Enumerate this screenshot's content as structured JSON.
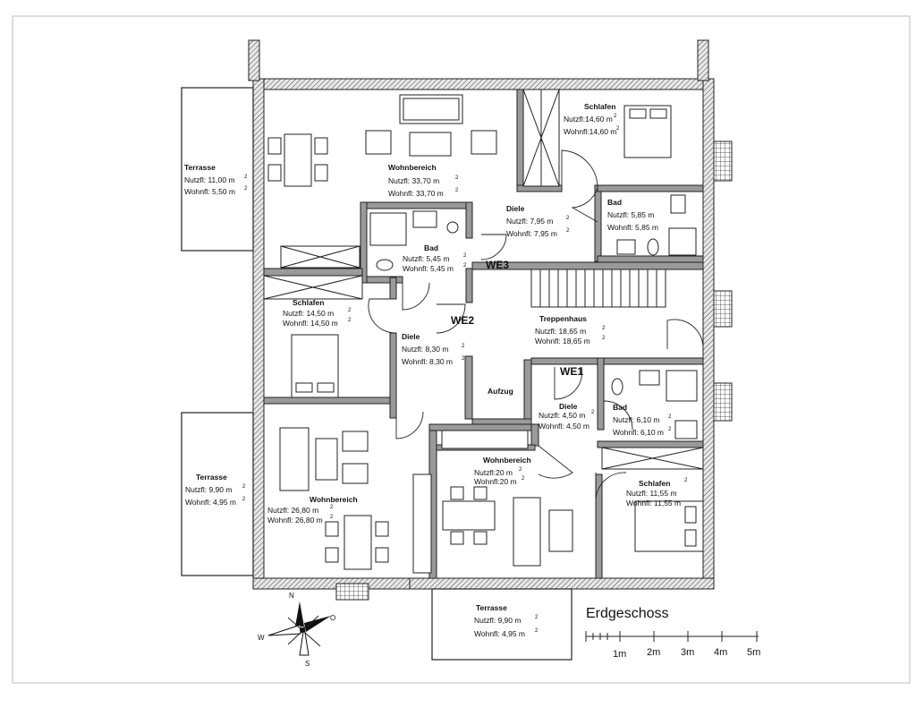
{
  "title": "Erdgeschoss",
  "units": [
    {
      "id": "we1",
      "label": "WE1"
    },
    {
      "id": "we2",
      "label": "WE2"
    },
    {
      "id": "we3",
      "label": "WE3"
    }
  ],
  "rooms": [
    {
      "id": "terrasse-tl",
      "name": "Terrasse",
      "l1": "Nutzfl:  11,00 m",
      "l2": "Wohnfl:  5,50 m"
    },
    {
      "id": "wohn-top",
      "name": "Wohnbereich",
      "l1": "Nutzfl:     33,70 m",
      "l2": "Wohnfl:   33,70 m"
    },
    {
      "id": "schlafen-tr",
      "name": "Schlafen",
      "l1": "Nutzfl:14,60 m",
      "l2": "Wohnfl:14,60 m"
    },
    {
      "id": "diele-top",
      "name": "Diele",
      "l1": "Nutzfl:     7,95 m",
      "l2": "Wohnfl:   7,95 m"
    },
    {
      "id": "bad-tr",
      "name": "Bad",
      "l1": "Nutzfl:      5,85 m",
      "l2": "Wohnfl:   5,85 m"
    },
    {
      "id": "bad-mid",
      "name": "Bad",
      "l1": "Nutzfl:      5,45 m",
      "l2": "Wohnfl:   5,45 m"
    },
    {
      "id": "schlafen-l",
      "name": "Schlafen",
      "l1": "Nutzfl:   14,50 m",
      "l2": "Wohnfl:  14,50 m"
    },
    {
      "id": "treppenhaus",
      "name": "Treppenhaus",
      "l1": "Nutzfl:     18,65 m",
      "l2": "Wohnfl:   18,65 m"
    },
    {
      "id": "diele-l",
      "name": "Diele",
      "l1": "Nutzfl:     8,30 m",
      "l2": "Wohnfl:   8,30 m"
    },
    {
      "id": "aufzug",
      "name": "Aufzug"
    },
    {
      "id": "diele-we1",
      "name": "Diele",
      "l1": "Nutzfl:   4,50 m",
      "l2": "Wohnfl:   4,50 m"
    },
    {
      "id": "bad-br",
      "name": "Bad",
      "l1": "Nutzfl:   6,10 m",
      "l2": "Wohnfl:   6,10 m"
    },
    {
      "id": "terrasse-l",
      "name": "Terrasse",
      "l1": "Nutzfl:   9,90 m",
      "l2": "Wohnfl:   4,95 m"
    },
    {
      "id": "wohn-bl",
      "name": "Wohnbereich",
      "l1": "Nutzfl:   26,80 m",
      "l2": "Wohnfl:   26,80 m"
    },
    {
      "id": "wohn-bc",
      "name": "Wohnbereich",
      "l1": "Nutzfl:20 m",
      "l2": "Wohnfl:20 m"
    },
    {
      "id": "schlafen-br",
      "name": "Schlafen",
      "l1": "Nutzfl:   11,55 m",
      "l2": "Wohnfl:   11,55 m"
    },
    {
      "id": "terrasse-b",
      "name": "Terrasse",
      "l1": "Nutzfl:    9,90 m",
      "l2": "Wohnfl:   4,95 m"
    }
  ],
  "sup": "2",
  "compass": {
    "n": "N",
    "o": "O",
    "s": "S",
    "w": "W"
  },
  "scale": {
    "labels": [
      "1m",
      "2m",
      "3m",
      "4m",
      "5m"
    ]
  }
}
